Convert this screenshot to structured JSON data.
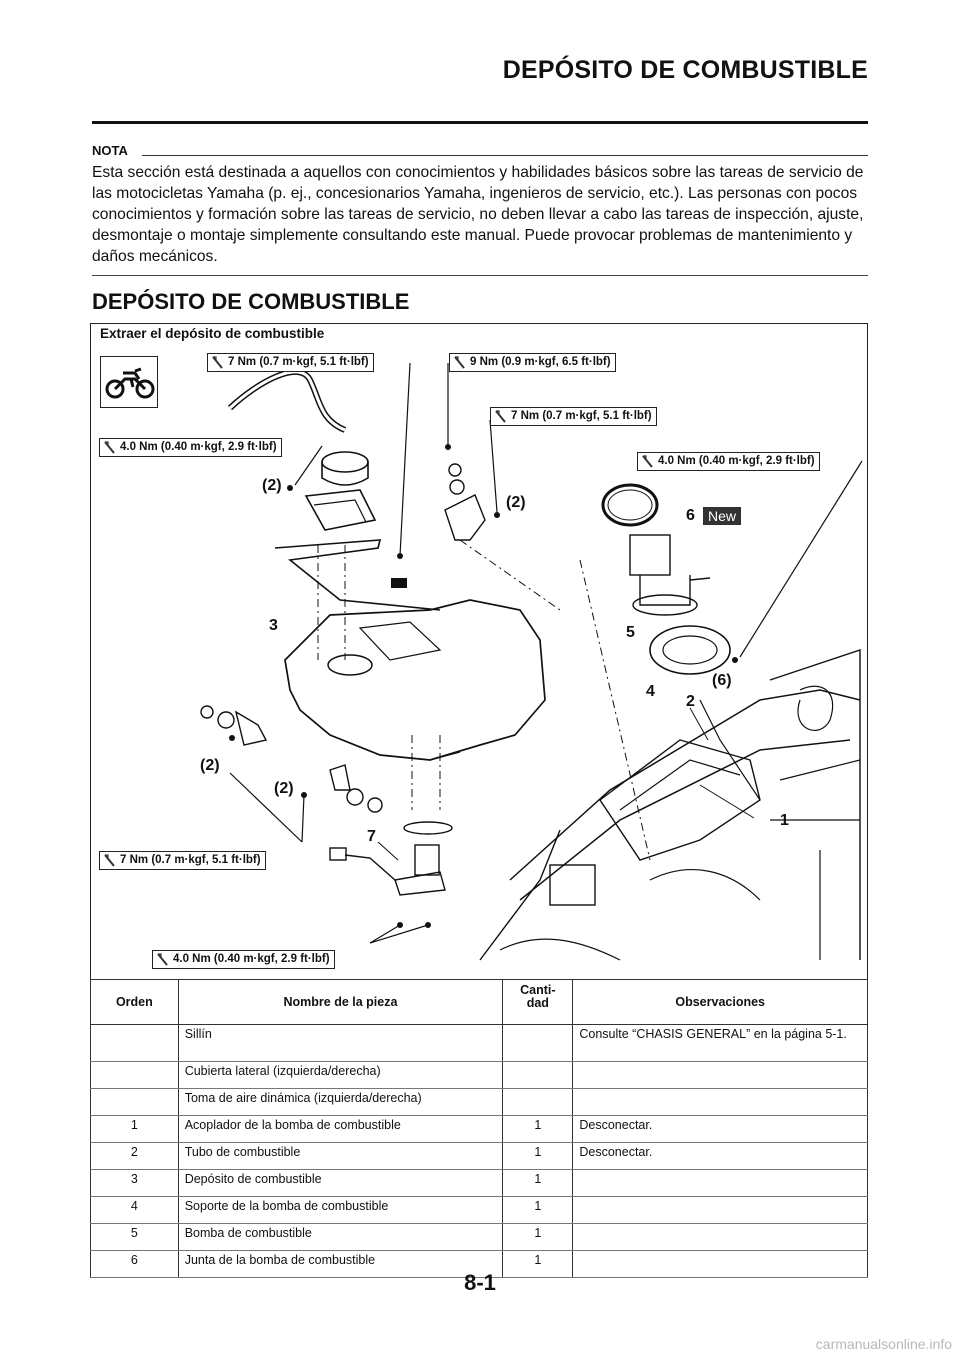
{
  "header": {
    "title": "DEPÓSITO DE COMBUSTIBLE"
  },
  "nota": {
    "label": "NOTA",
    "text": "Esta sección está destinada a aquellos con conocimientos y habilidades básicos sobre las tareas de servicio de las motocicletas Yamaha (p. ej., concesionarios Yamaha, ingenieros de servicio, etc.). Las personas con pocos conocimientos y formación sobre las tareas de servicio, no deben llevar a cabo las tareas de inspección, ajuste, desmontaje o montaje simplemente consultando este manual. Puede provocar problemas de mantenimiento y daños mecánicos."
  },
  "section_title": "DEPÓSITO DE COMBUSTIBLE",
  "figure": {
    "title": "Extraer el depósito de combustible",
    "torque_labels": [
      "7 Nm (0.7 m·kgf, 5.1 ft·lbf)",
      "9 Nm (0.9 m·kgf, 6.5 ft·lbf)",
      "7 Nm (0.7 m·kgf, 5.1 ft·lbf)",
      "4.0 Nm (0.40 m·kgf, 2.9 ft·lbf)",
      "4.0 Nm (0.40 m·kgf, 2.9 ft·lbf)",
      "7 Nm (0.7 m·kgf, 5.1 ft·lbf)",
      "4.0 Nm (0.40 m·kgf, 2.9 ft·lbf)"
    ],
    "callouts": [
      "(2)",
      "(2)",
      "(2)",
      "(2)",
      "3",
      "5",
      "4",
      "2",
      "(6)",
      "6",
      "1",
      "7"
    ],
    "new_badge": "New"
  },
  "table": {
    "headers": [
      "Orden",
      "Nombre de la pieza",
      "Canti-\ndad",
      "Observaciones"
    ],
    "rows": [
      {
        "orden": "",
        "nombre": "Sillín",
        "cantidad": "",
        "obs": "Consulte “CHASIS GENERAL” en la página 5-1."
      },
      {
        "orden": "",
        "nombre": "Cubierta lateral (izquierda/derecha)",
        "cantidad": "",
        "obs": ""
      },
      {
        "orden": "",
        "nombre": "Toma de aire dinámica (izquierda/derecha)",
        "cantidad": "",
        "obs": ""
      },
      {
        "orden": "1",
        "nombre": "Acoplador de la bomba de combustible",
        "cantidad": "1",
        "obs": "Desconectar."
      },
      {
        "orden": "2",
        "nombre": "Tubo de combustible",
        "cantidad": "1",
        "obs": "Desconectar."
      },
      {
        "orden": "3",
        "nombre": "Depósito de combustible",
        "cantidad": "1",
        "obs": ""
      },
      {
        "orden": "4",
        "nombre": "Soporte de la bomba de combustible",
        "cantidad": "1",
        "obs": ""
      },
      {
        "orden": "5",
        "nombre": "Bomba de combustible",
        "cantidad": "1",
        "obs": ""
      },
      {
        "orden": "6",
        "nombre": "Junta de la bomba de combustible",
        "cantidad": "1",
        "obs": ""
      }
    ]
  },
  "page_number": "8-1",
  "watermark": "carmanualsonline.info"
}
